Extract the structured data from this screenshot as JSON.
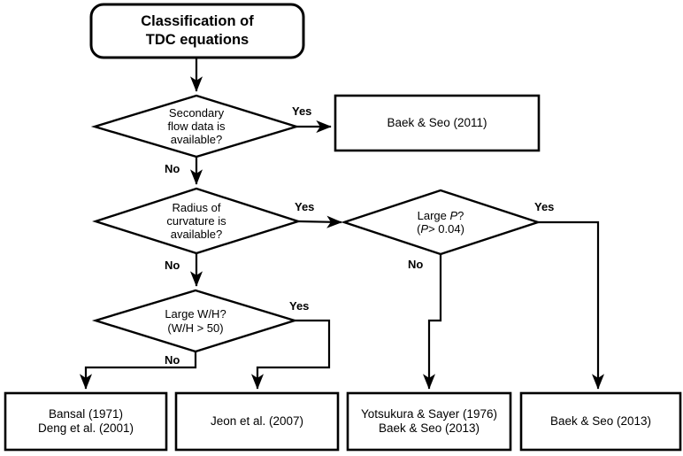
{
  "diagram": {
    "title": "Classification of TDC equations",
    "type": "flowchart",
    "background_color": "#ffffff",
    "line_color": "#000000",
    "text_color": "#000000"
  },
  "start_node": {
    "name": "classification-of-tdc-equations",
    "line1": "Classification of",
    "line2": "TDC equations",
    "shape": "rounded-rectangle"
  },
  "decisions": [
    {
      "id": "secondary-flow-data",
      "line1": "Secondary",
      "line2": "flow data is",
      "line3": "available?",
      "yes_label": "Yes",
      "no_label": "No"
    },
    {
      "id": "radius-of-curvature",
      "line1": "Radius of",
      "line2": "curvature is",
      "line3": "available?",
      "yes_label": "Yes",
      "no_label": "No"
    },
    {
      "id": "large-p",
      "line1_prefix": "Large ",
      "line1_var": "P",
      "line1_suffix": "?",
      "line2_prefix": "(",
      "line2_var": "P",
      "line2_suffix": "> 0.04)",
      "yes_label": "Yes",
      "no_label": "No"
    },
    {
      "id": "large-w-h",
      "line1": "Large W/H?",
      "line2": "(W/H > 50)",
      "yes_label": "Yes",
      "no_label": "No"
    }
  ],
  "terminals": [
    {
      "id": "baek-seo-2011",
      "line1": "Baek & Seo (2011)",
      "line2": ""
    },
    {
      "id": "bansal-deng",
      "line1": "Bansal (1971)",
      "line2": "Deng et al. (2001)"
    },
    {
      "id": "jeon-2007",
      "line1": "Jeon et al. (2007)",
      "line2": ""
    },
    {
      "id": "yotsukura-baek",
      "line1": "Yotsukura & Sayer (1976)",
      "line2": "Baek & Seo (2013)"
    },
    {
      "id": "baek-seo-2013",
      "line1": "Baek & Seo (2013)",
      "line2": ""
    }
  ],
  "edge_labels": {
    "secondary_yes": "Yes",
    "secondary_no": "No",
    "radius_yes": "Yes",
    "radius_no": "No",
    "largep_yes": "Yes",
    "largep_no": "No",
    "largewh_yes": "Yes",
    "largewh_no": "No"
  }
}
